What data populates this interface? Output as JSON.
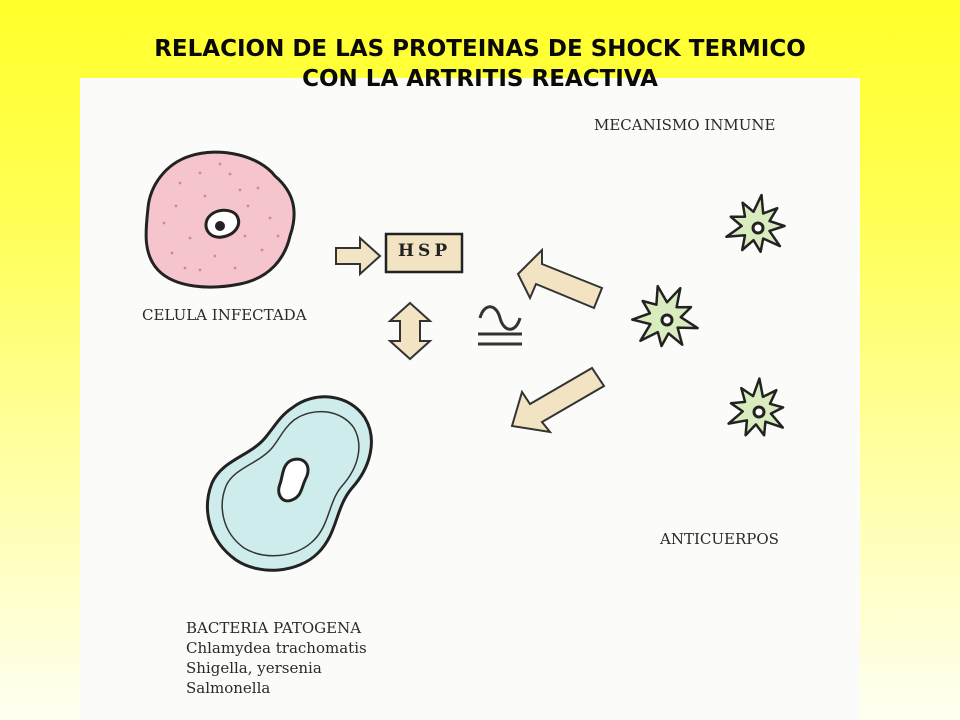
{
  "slide": {
    "title_line1": "RELACION DE LAS PROTEINAS DE SHOCK TERMICO",
    "title_line2": "CON LA ARTRITIS REACTIVA"
  },
  "diagram": {
    "immune_label": "MECANISMO INMUNE",
    "hsp_label": "HSP",
    "infected_cell_label": "CELULA INFECTADA",
    "antibodies_label": "ANTICUERPOS",
    "bacteria_label": "BACTERIA PATOGENA",
    "bacteria_examples": [
      "Chlamydea trachomatis",
      "Shigella, yersenia",
      "Salmonella"
    ],
    "similarity_symbol": "≈"
  },
  "colors": {
    "background_top": "#ffff2a",
    "infected_cell": "#f6c4cc",
    "bacteria": "#cdeceb",
    "immune_cells": "#d9ecbf",
    "arrows": "#f2e3c2",
    "hsp_box": "#f2e3c2"
  }
}
